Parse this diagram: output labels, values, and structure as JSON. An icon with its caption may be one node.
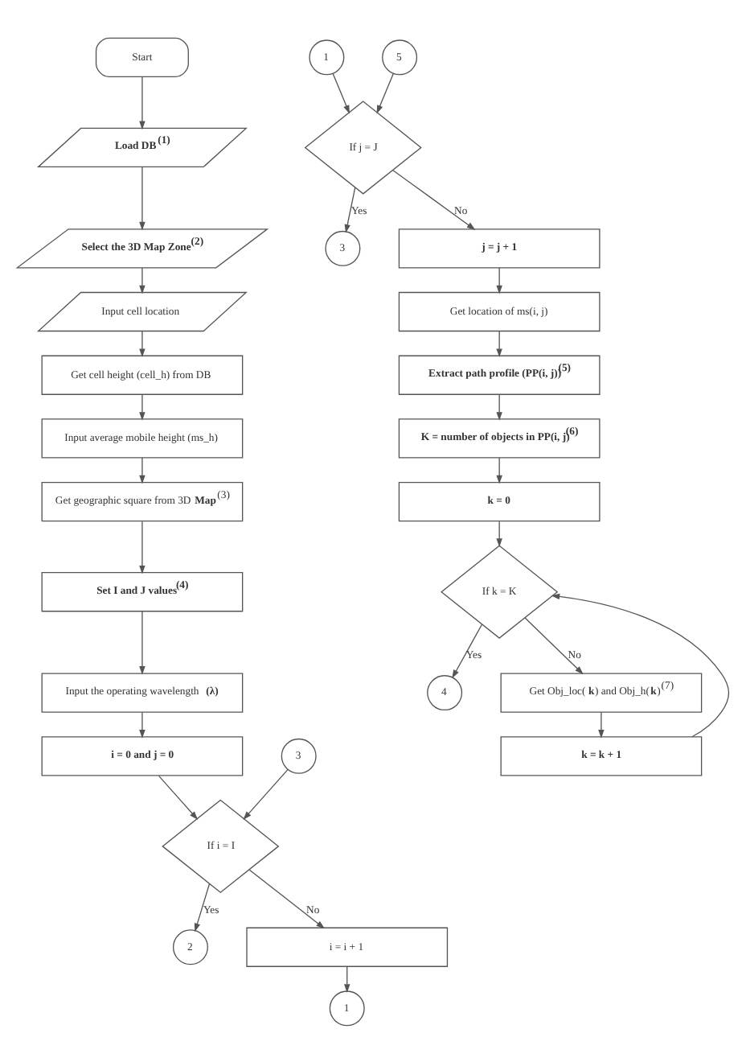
{
  "diagram": {
    "nodes": [
      {
        "text": [
          "Start"
        ]
      },
      {
        "text": [
          "Load DB$^{(1)}$"
        ]
      },
      {
        "text": [
          "Select the 3D Map Zone$^{(2)}$"
        ]
      },
      {
        "text": [
          "Input cell location"
        ]
      },
      {
        "text": [
          "Get cell height (cell_h) from DB"
        ]
      },
      {
        "text": [
          "Input average mobile height (ms_h)"
        ]
      },
      {
        "text": [
          "Get geographic square from 3D **Map**$^{(3)}$"
        ]
      },
      {
        "text": [
          "Set I and J values$^{(4)}$"
        ]
      },
      {
        "text": [
          "Input the operating wavelength **(λ)**"
        ]
      },
      {
        "text": [
          "i = 0 and j = 0"
        ]
      },
      {
        "text": [
          "3"
        ]
      },
      {
        "text": [
          "If i = I"
        ]
      },
      {
        "text": [
          "2"
        ]
      },
      {
        "text": [
          "i = i + 1"
        ]
      },
      {
        "text": [
          "1"
        ]
      },
      {
        "text": [
          "1"
        ]
      },
      {
        "text": [
          "5"
        ]
      },
      {
        "text": [
          "If j = J"
        ]
      },
      {
        "text": [
          "3"
        ]
      },
      {
        "text": [
          "j = j + 1"
        ]
      },
      {
        "text": [
          "Get location of ms(i, j)"
        ]
      },
      {
        "text": [
          "Extract path profile (PP(i, j))$^{(5)}$"
        ]
      },
      {
        "text": [
          "K = number of objects in PP(i, j)$^{(6)}$"
        ]
      },
      {
        "text": [
          "k = 0"
        ]
      },
      {
        "text": [
          "If k = K"
        ]
      },
      {
        "text": [
          "4"
        ]
      },
      {
        "text": [
          "Get Obj_loc(**k**) and Obj_h(**k**)$^{(7)}$"
        ]
      },
      {
        "text": [
          "k = k + 1"
        ]
      }
    ],
    "edges": [
      {
        "from": 0,
        "to": 1,
        "arrow": "to"
      },
      {
        "from": 1,
        "to": 2,
        "arrow": "to"
      },
      {
        "from": 2,
        "to": 3,
        "arrow": "to"
      },
      {
        "from": 3,
        "to": 4,
        "arrow": "to"
      },
      {
        "from": 4,
        "to": 5,
        "arrow": "to"
      },
      {
        "from": 5,
        "to": 6,
        "arrow": "to"
      },
      {
        "from": 6,
        "to": 7,
        "arrow": "to"
      },
      {
        "from": 7,
        "to": 8,
        "arrow": "to"
      },
      {
        "from": 8,
        "to": 9,
        "arrow": "to"
      },
      {
        "from": 9,
        "to": 11,
        "arrow": "to"
      },
      {
        "from": 10,
        "to": 11,
        "arrow": "to"
      },
      {
        "from": 11,
        "to": 12,
        "arrow": "to",
        "label": "Yes"
      },
      {
        "from": 11,
        "to": 13,
        "arrow": "to",
        "label": "No"
      },
      {
        "from": 13,
        "to": 14,
        "arrow": "to"
      },
      {
        "from": 15,
        "to": 17,
        "arrow": "to"
      },
      {
        "from": 16,
        "to": 17,
        "arrow": "to"
      },
      {
        "from": 17,
        "to": 18,
        "arrow": "to",
        "label": "Yes"
      },
      {
        "from": 17,
        "to": 19,
        "arrow": "to",
        "label": "No"
      },
      {
        "from": 19,
        "to": 20,
        "arrow": "to"
      },
      {
        "from": 20,
        "to": 21,
        "arrow": "to"
      },
      {
        "from": 21,
        "to": 22,
        "arrow": "to"
      },
      {
        "from": 22,
        "to": 23,
        "arrow": "to"
      },
      {
        "from": 23,
        "to": 24,
        "arrow": "to"
      },
      {
        "from": 24,
        "to": 25,
        "arrow": "to",
        "label": "Yes"
      },
      {
        "from": 24,
        "to": 26,
        "arrow": "to",
        "label": "No"
      },
      {
        "from": 26,
        "to": 27,
        "arrow": "to"
      },
      {
        "from": 27,
        "to": 24,
        "arrow": "to"
      }
    ]
  }
}
